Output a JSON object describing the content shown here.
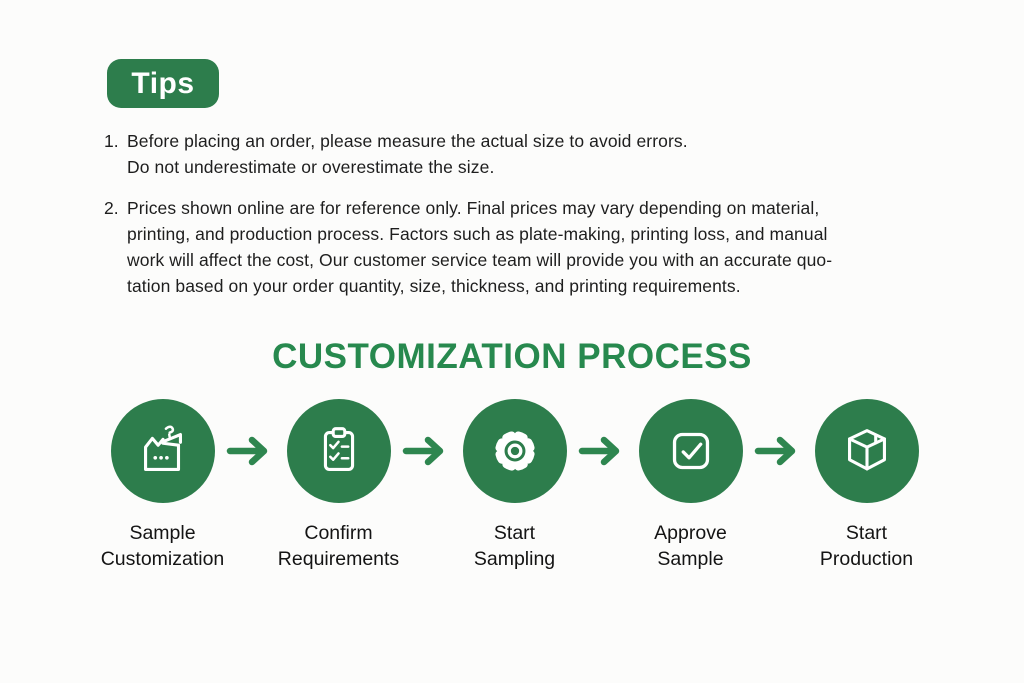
{
  "tips": {
    "badge_label": "Tips",
    "items": [
      {
        "number": "1.",
        "lines": [
          "Before placing an order, please measure the actual size to avoid errors.",
          "Do not underestimate or overestimate the size."
        ]
      },
      {
        "number": "2.",
        "lines": [
          "Prices shown online are for reference only. Final prices may vary depending on material,",
          "printing, and production process. Factors such as plate-making, printing loss, and manual",
          "work will affect the cost, Our customer service team will provide you with an accurate quo-",
          "tation based on your order quantity, size, thickness, and printing requirements."
        ]
      }
    ]
  },
  "process": {
    "title": "CUSTOMIZATION PROCESS",
    "steps": [
      {
        "icon": "sample-box-icon",
        "label_lines": [
          "Sample",
          "Customization"
        ]
      },
      {
        "icon": "clipboard-checklist-icon",
        "label_lines": [
          "Confirm",
          "Requirements"
        ]
      },
      {
        "icon": "gear-icon",
        "label_lines": [
          "Start",
          "Sampling"
        ]
      },
      {
        "icon": "check-square-icon",
        "label_lines": [
          "Approve",
          "Sample"
        ]
      },
      {
        "icon": "package-box-icon",
        "label_lines": [
          "Start",
          "Production"
        ]
      }
    ]
  },
  "colors": {
    "green": "#2d7d4c",
    "heading_green": "#27894e",
    "arrow_green": "#2e864f",
    "badge_text": "#ffffff",
    "body_text": "#1e1e1e",
    "background": "#fcfcfb"
  }
}
